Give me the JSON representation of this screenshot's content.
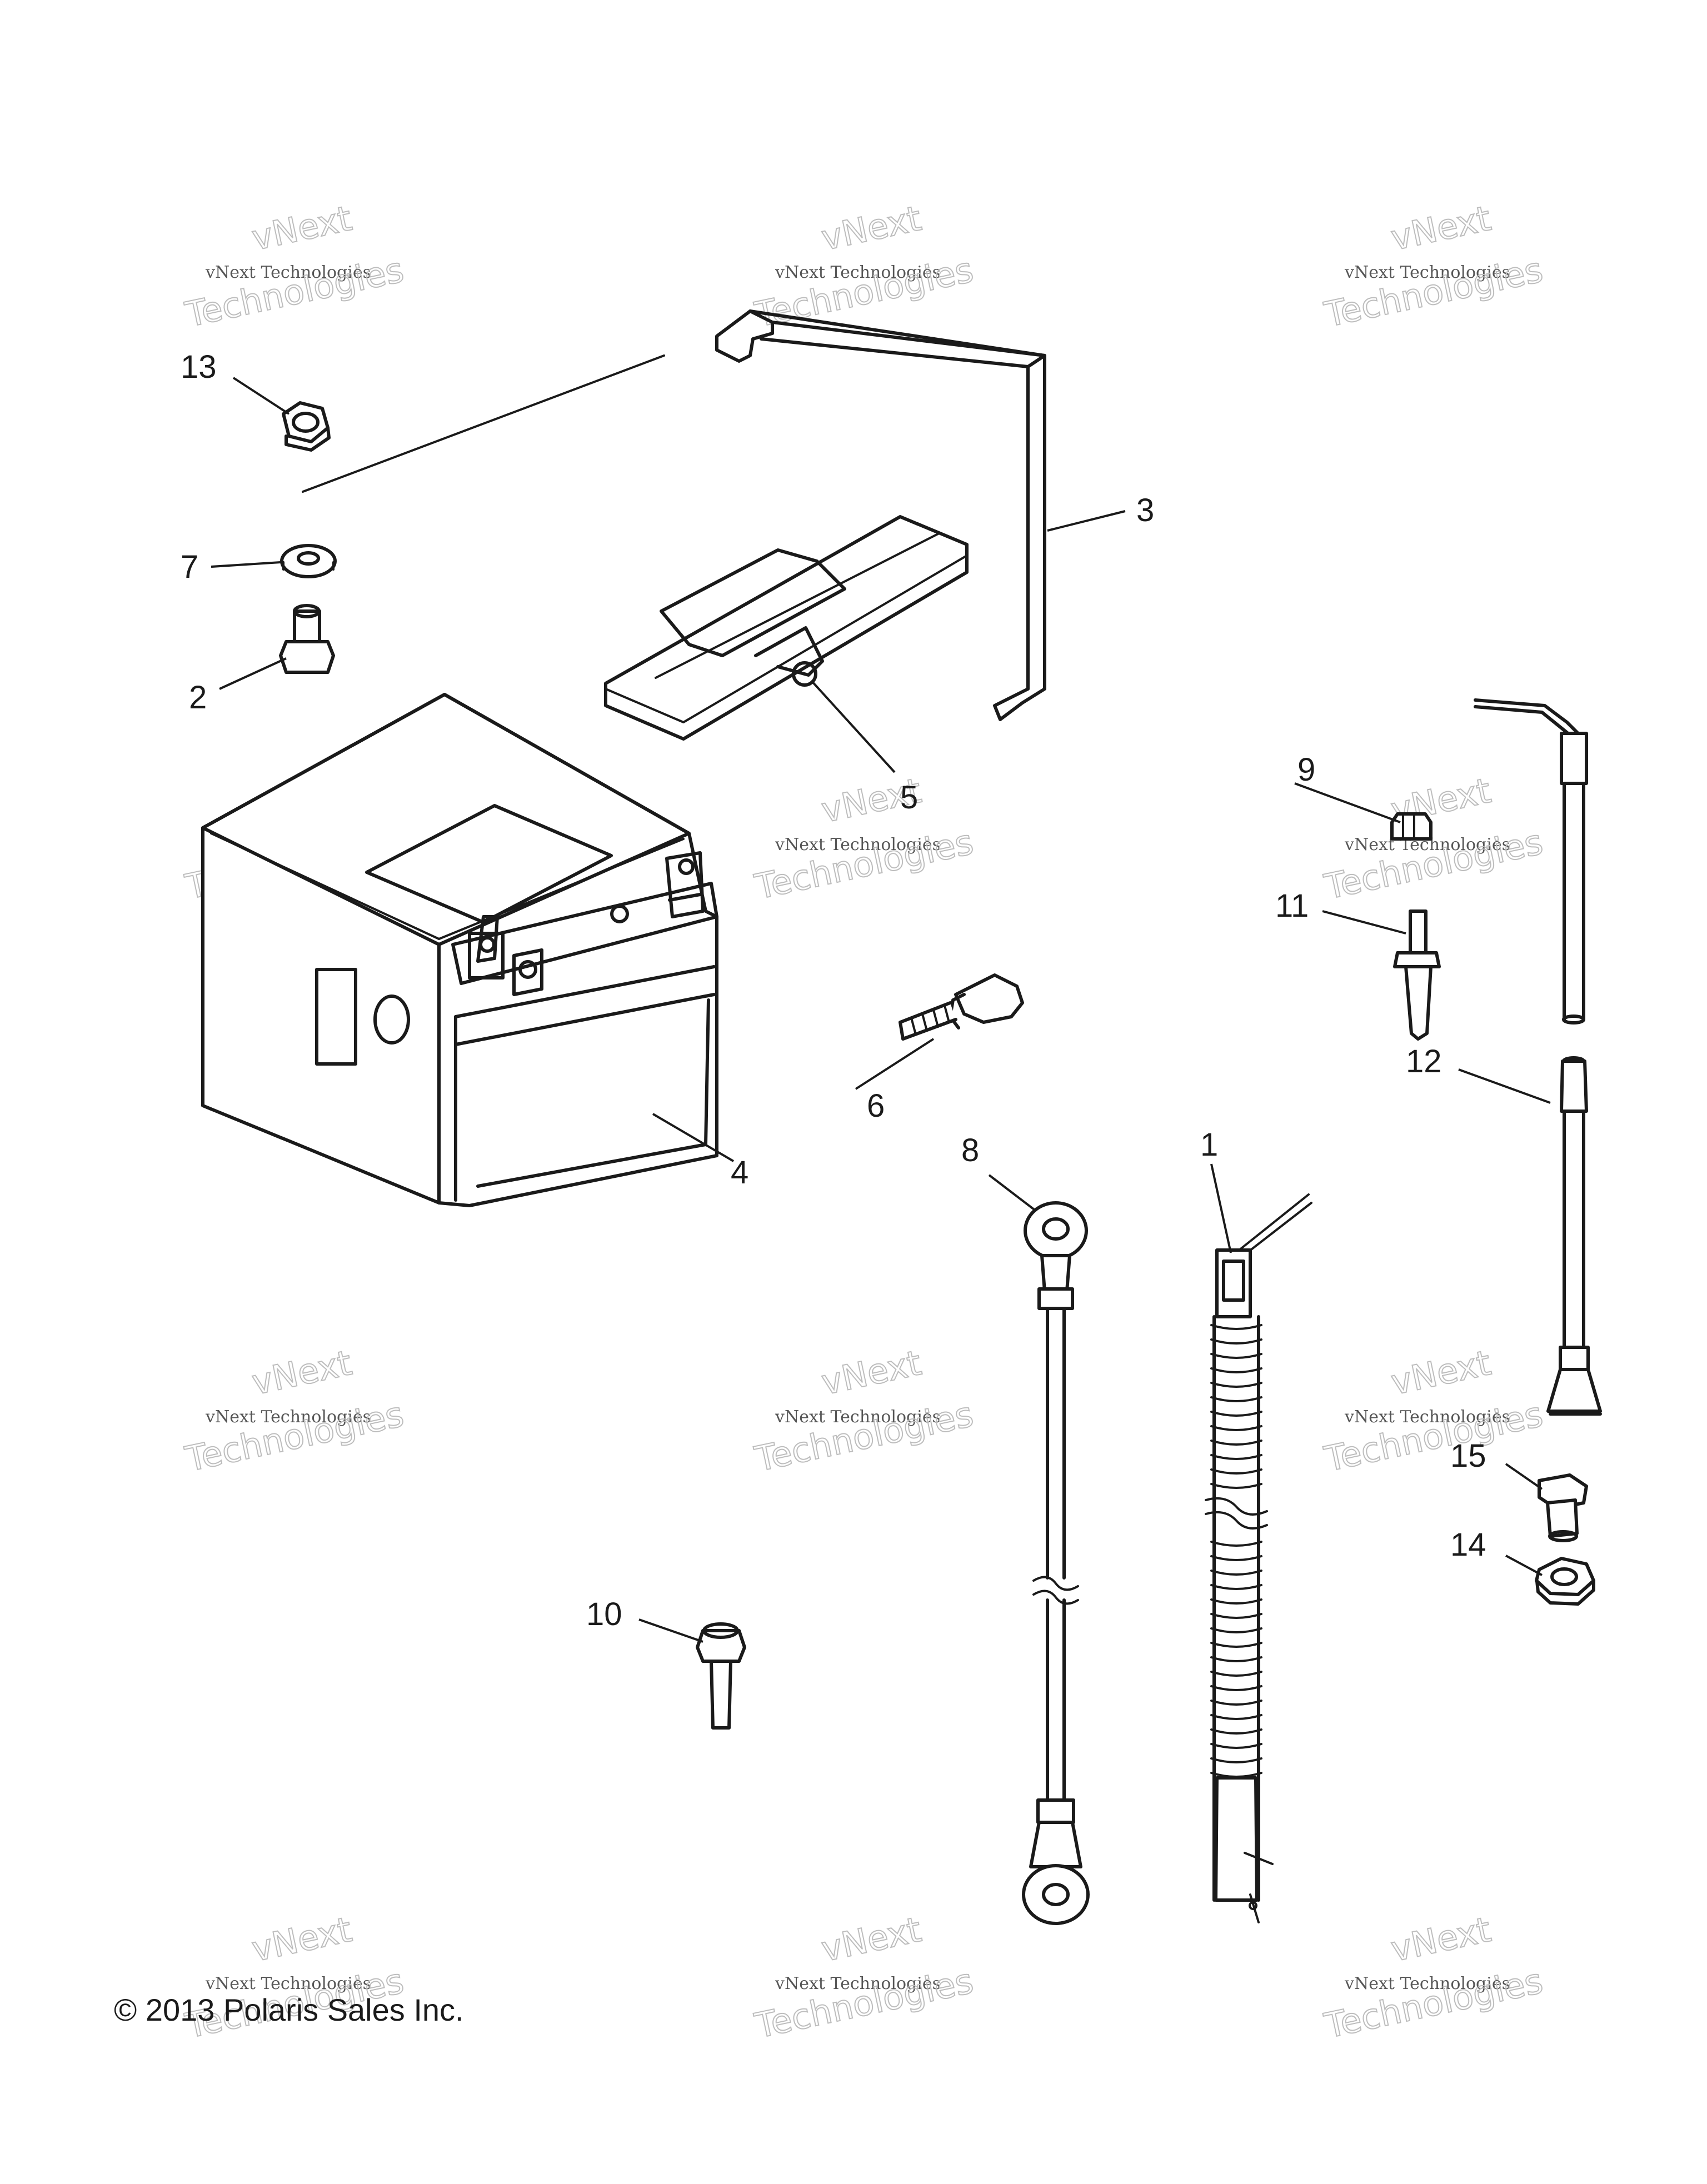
{
  "watermark": {
    "line1": "vNext",
    "line2": "vNext Technologies",
    "line3": "Technologies"
  },
  "callouts": {
    "c1": "1",
    "c2": "2",
    "c3": "3",
    "c4": "4",
    "c5": "5",
    "c6": "6",
    "c7": "7",
    "c8": "8",
    "c9": "9",
    "c10": "10",
    "c11": "11",
    "c12": "12",
    "c13": "13",
    "c14": "14",
    "c15": "15"
  },
  "copyright": "© 2013 Polaris Sales Inc."
}
